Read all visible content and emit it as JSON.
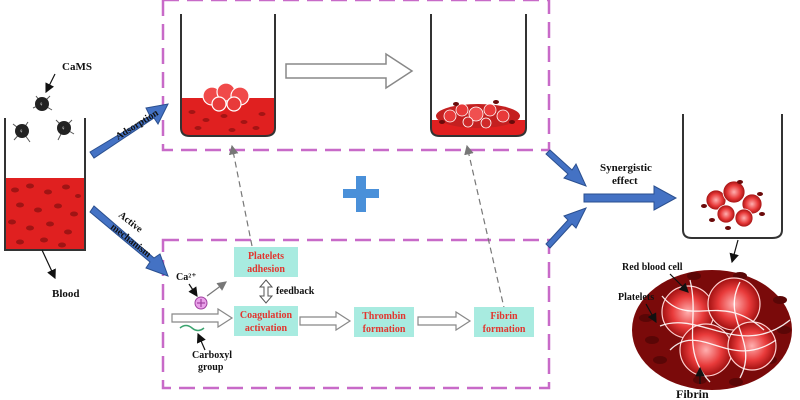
{
  "labels": {
    "cams": "CaMS",
    "blood": "Blood",
    "adsorption": "Adsorption",
    "active_mechanism_line1": "Active",
    "active_mechanism_line2": "mechanism",
    "ca_ion": "Ca²⁺",
    "carboxyl_line1": "Carboxyl",
    "carboxyl_line2": "group",
    "feedback": "feedback",
    "synergistic_line1": "Synergistic",
    "synergistic_line2": "effect",
    "red_blood_cell": "Red blood cell",
    "platelets": "Platelets",
    "fibrin": "Fibrin"
  },
  "boxes": {
    "platelets_adhesion": [
      "Platelets",
      "adhesion"
    ],
    "coagulation_activation": [
      "Coagulation",
      "activation"
    ],
    "thrombin_formation": [
      "Thrombin",
      "formation"
    ],
    "fibrin_formation": [
      "Fibrin",
      "formation"
    ]
  },
  "colors": {
    "dashed_border": "#c86ac8",
    "arrow_blue": "#4472c4",
    "plus_blue": "#4a90d9",
    "box_fill": "#a8ebe0",
    "box_text": "#e2362f",
    "blood_red": "#e02020",
    "cell_dark": "#8b1010"
  }
}
